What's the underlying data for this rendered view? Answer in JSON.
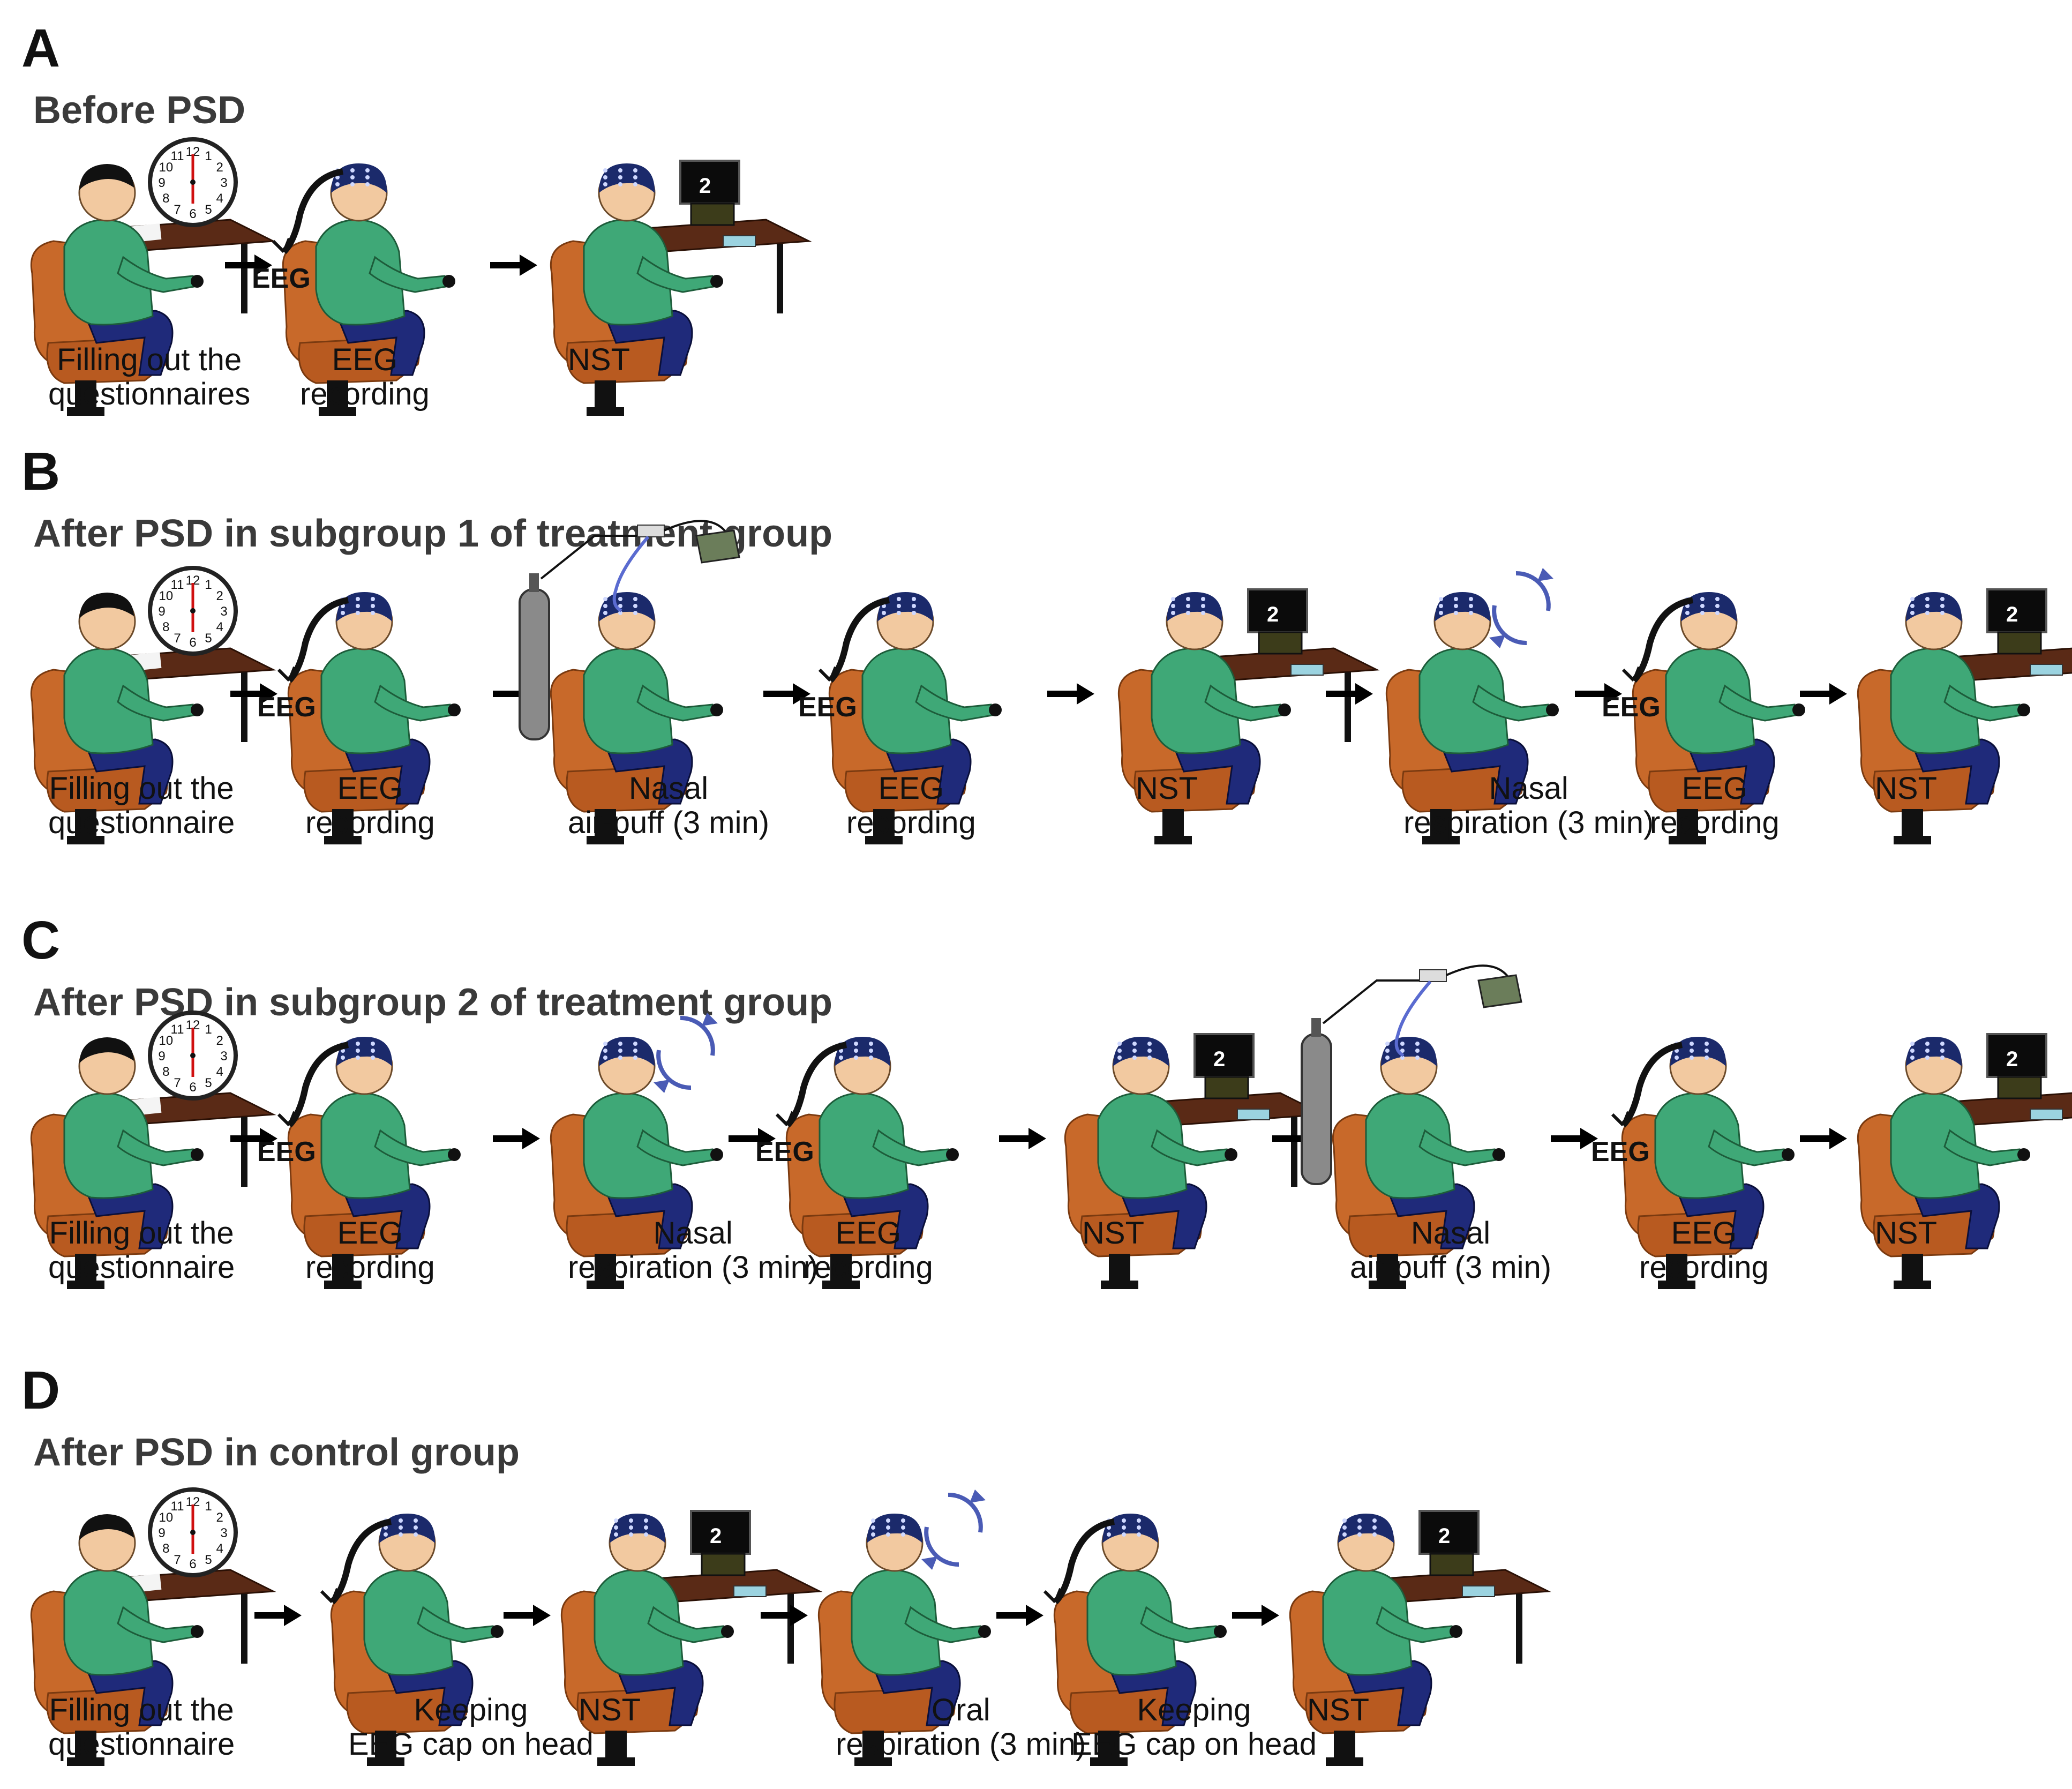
{
  "panels": [
    {
      "letter": "A",
      "title": "Before PSD",
      "steps": [
        {
          "kind": "questionnaire",
          "lines": [
            "Filling out the",
            "questionnaires"
          ]
        },
        {
          "kind": "eeg",
          "eeg_label": "EEG",
          "lines": [
            "EEG",
            "recording"
          ]
        },
        {
          "kind": "nst",
          "monitor_text": "2",
          "lines": [
            "NST"
          ]
        }
      ]
    },
    {
      "letter": "B",
      "title": "After PSD in subgroup 1 of treatment group",
      "steps": [
        {
          "kind": "questionnaire",
          "lines": [
            "Filling out the",
            "questionnaire"
          ]
        },
        {
          "kind": "eeg",
          "eeg_label": "EEG",
          "lines": [
            "EEG",
            "recording"
          ]
        },
        {
          "kind": "airpuff",
          "lines": [
            "Nasal",
            "air-puff (3 min)"
          ]
        },
        {
          "kind": "eeg",
          "eeg_label": "EEG",
          "lines": [
            "EEG",
            "recording"
          ]
        },
        {
          "kind": "nst",
          "monitor_text": "2",
          "lines": [
            "NST"
          ]
        },
        {
          "kind": "respiration",
          "lines": [
            "Nasal",
            "respiration (3 min)"
          ]
        },
        {
          "kind": "eeg",
          "eeg_label": "EEG",
          "lines": [
            "EEG",
            "recording"
          ]
        },
        {
          "kind": "nst",
          "monitor_text": "2",
          "lines": [
            "NST"
          ]
        }
      ]
    },
    {
      "letter": "C",
      "title": "After PSD in subgroup 2 of treatment group",
      "steps": [
        {
          "kind": "questionnaire",
          "lines": [
            "Filling out the",
            "questionnaire"
          ]
        },
        {
          "kind": "eeg",
          "eeg_label": "EEG",
          "lines": [
            "EEG",
            "recording"
          ]
        },
        {
          "kind": "respiration",
          "lines": [
            "Nasal",
            "respiration (3 min)"
          ]
        },
        {
          "kind": "eeg",
          "eeg_label": "EEG",
          "lines": [
            "EEG",
            "recording"
          ]
        },
        {
          "kind": "nst",
          "monitor_text": "2",
          "lines": [
            "NST"
          ]
        },
        {
          "kind": "airpuff",
          "lines": [
            "Nasal",
            "air-puff (3 min)"
          ]
        },
        {
          "kind": "eeg",
          "eeg_label": "EEG",
          "lines": [
            "EEG",
            "recording"
          ]
        },
        {
          "kind": "nst",
          "monitor_text": "2",
          "lines": [
            "NST"
          ]
        }
      ]
    },
    {
      "letter": "D",
      "title": "After PSD in control group",
      "steps": [
        {
          "kind": "questionnaire",
          "lines": [
            "Filling out the",
            "questionnaire"
          ]
        },
        {
          "kind": "cap",
          "lines": [
            "Keeping",
            "EEG cap on head"
          ]
        },
        {
          "kind": "nst",
          "monitor_text": "2",
          "lines": [
            "NST"
          ]
        },
        {
          "kind": "respiration",
          "lines": [
            "Oral",
            "respiration (3 min)"
          ]
        },
        {
          "kind": "cap",
          "lines": [
            "Keeping",
            "EEG cap on head"
          ]
        },
        {
          "kind": "nst",
          "monitor_text": "2",
          "lines": [
            "NST"
          ]
        }
      ]
    }
  ],
  "clock_numbers": [
    "12",
    "1",
    "2",
    "3",
    "4",
    "5",
    "6",
    "7",
    "8",
    "9",
    "10",
    "11"
  ],
  "colors": {
    "shirt": "#3fa877",
    "chair": "#c8692a",
    "pants": "#1f2a7a",
    "cap": "#1b2a6b",
    "table": "#5a2a16",
    "arrow": "#000000",
    "swirl": "#4a5bb5",
    "cylinder": "#8a8a8a",
    "hand_red": "#d01010"
  }
}
